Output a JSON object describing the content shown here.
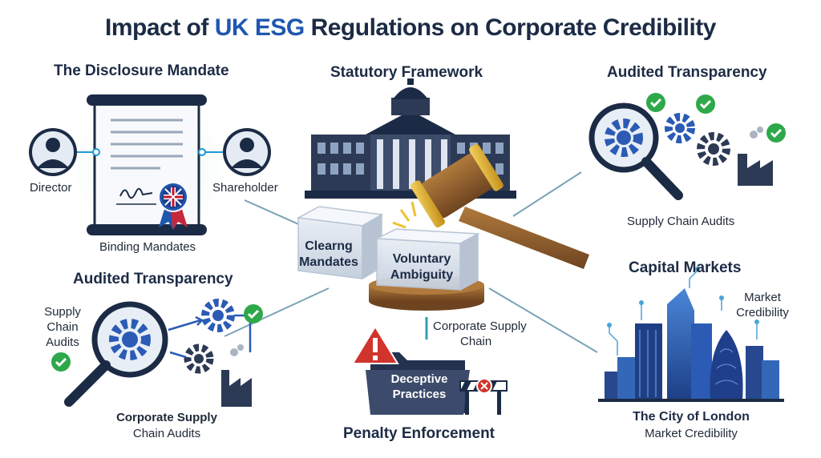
{
  "title": {
    "part1": "Impact of ",
    "accent": "UK ESG",
    "part2": " Regulations on Corporate Credibility"
  },
  "disclosure": {
    "heading": "The Disclosure Mandate",
    "left_role": "Director",
    "right_role": "Shareholder",
    "caption": "Binding Mandates"
  },
  "statutory": {
    "heading": "Statutory Framework",
    "block_left": [
      "Clearng",
      "Mandates"
    ],
    "block_right": [
      "Voluntary",
      "Ambiguity"
    ]
  },
  "audited_top": {
    "heading": "Audited Transparency",
    "caption": "Supply Chain Audits"
  },
  "audited_left": {
    "heading": "Audited Transparency",
    "side_label": [
      "Supply",
      "Chain",
      "Audits"
    ],
    "caption": [
      "Corporate Supply",
      "Chain Audits"
    ]
  },
  "penalty": {
    "heading": "Penalty Enforcement",
    "folder_label": [
      "Deceptive",
      "Practices"
    ],
    "side_label": [
      "Corporate Supply",
      "Chain"
    ]
  },
  "capital": {
    "heading": "Capital Markets",
    "side_label": [
      "Market",
      "Credibility"
    ],
    "caption_bold": "The City of London",
    "caption": "Market Credibility"
  },
  "colors": {
    "navy": "#1c2b45",
    "blue": "#2b5bb5",
    "green": "#2ea84a",
    "red": "#d0342c",
    "gold": "#d9a21c",
    "wood": "#8a5a2b"
  }
}
